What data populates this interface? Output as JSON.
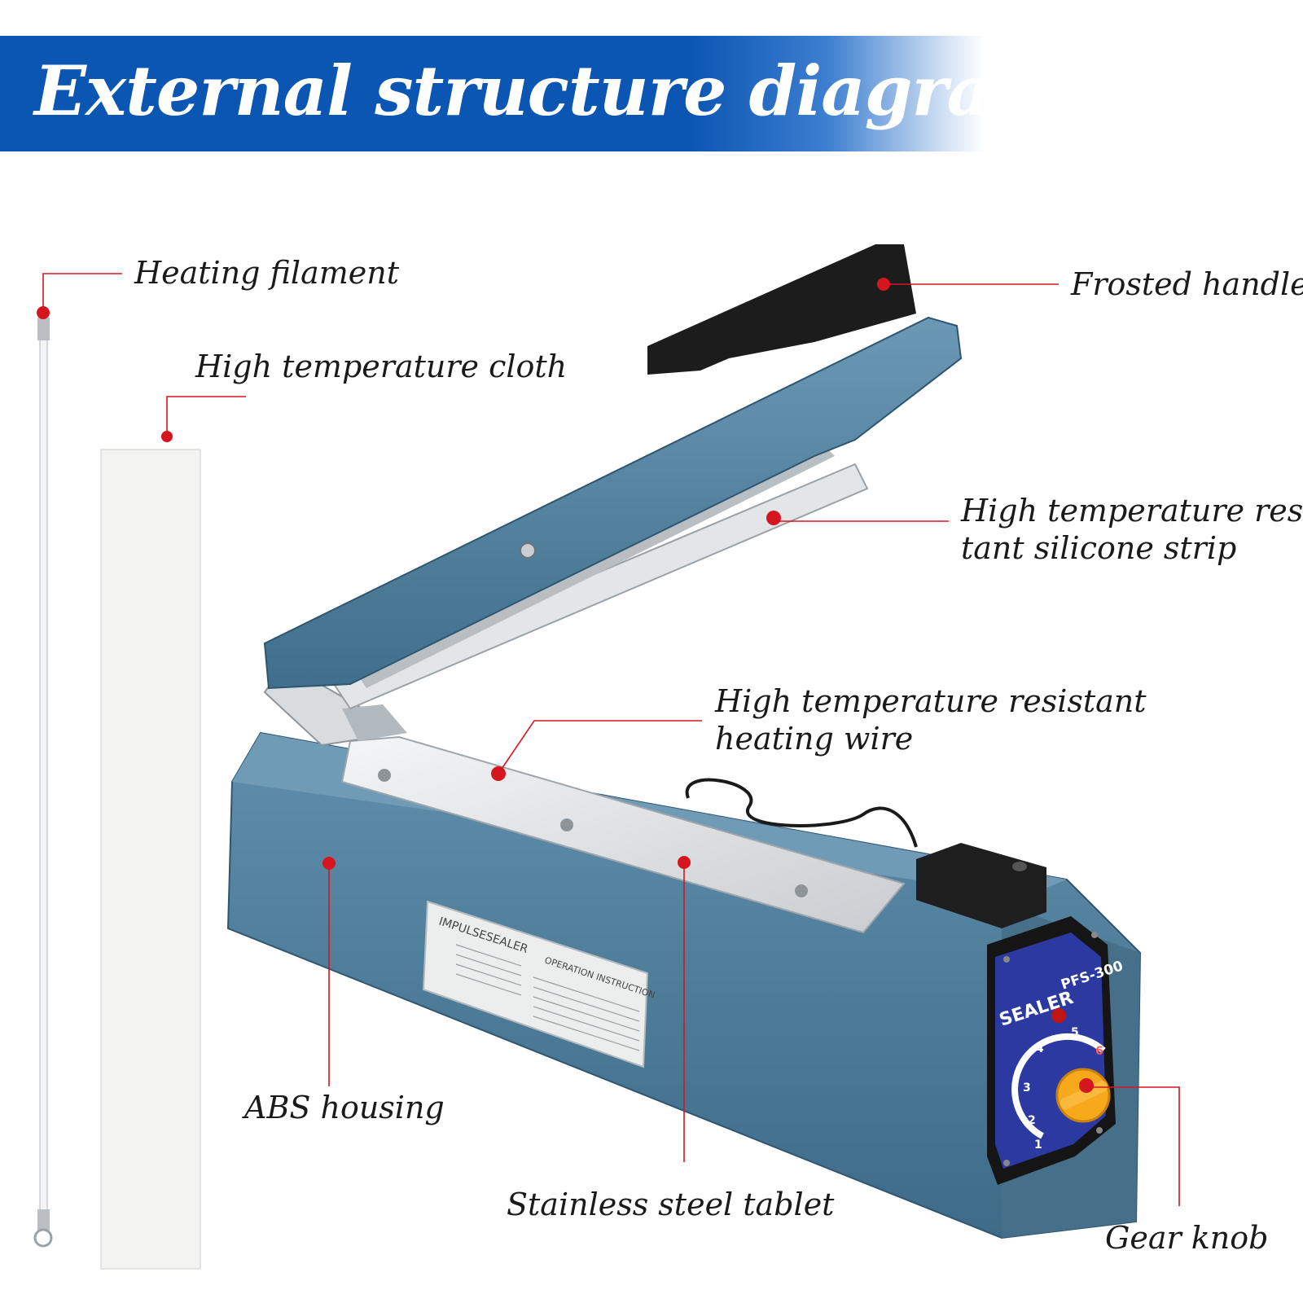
{
  "banner": {
    "title": "External structure diagram",
    "color": "#0b55b3"
  },
  "device": {
    "label_brand": "IMPULSESEALER",
    "label_instruction_title": "OPERATION INSTRUCTION",
    "panel_brand": "SEALER",
    "panel_model": "PFS-300",
    "dial_numbers": [
      "1",
      "2",
      "3",
      "4",
      "5",
      "6"
    ],
    "body_color": "#4d7f9c",
    "knob_color": "#f7a81b"
  },
  "callouts": {
    "heating_filament": "Heating filament",
    "high_temperature_cloth": "High temperature cloth",
    "frosted_handle": "Frosted handle",
    "silicone_strip_line1": "High temperature resis-",
    "silicone_strip_line2": "tant silicone strip",
    "heating_wire_line1": "High temperature resistant",
    "heating_wire_line2": "heating wire",
    "abs_housing": "ABS housing",
    "stainless_steel_tablet": "Stainless steel tablet",
    "gear_knob": "Gear knob",
    "leader_color": "#d6161e"
  }
}
